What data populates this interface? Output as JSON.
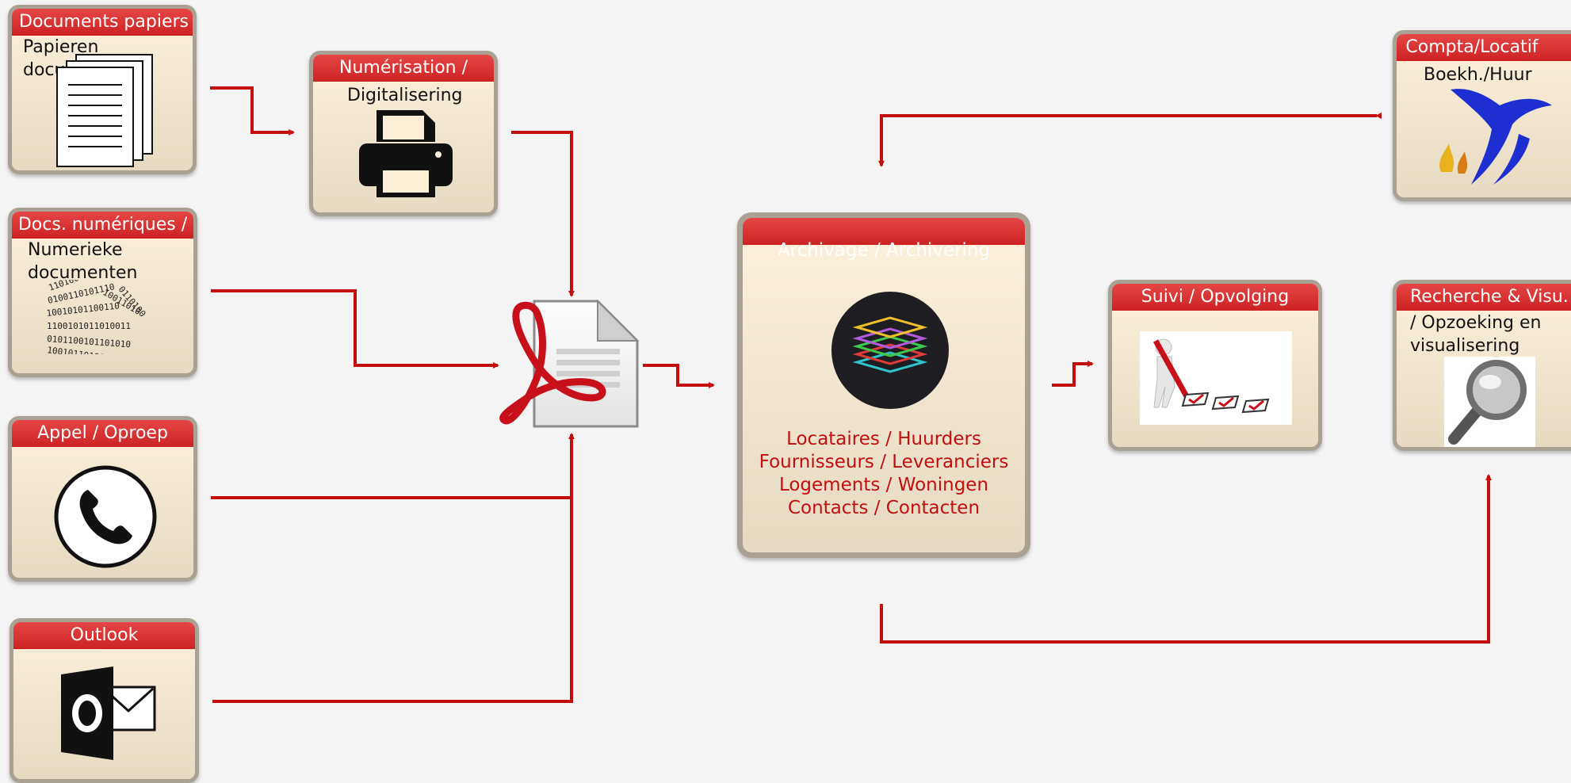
{
  "boxes": {
    "paper": {
      "title": "Documents papiers /",
      "sub": [
        "Papieren",
        "documenten"
      ]
    },
    "scan": {
      "title": "Numérisation /",
      "sub": [
        "Digitalisering"
      ]
    },
    "digital": {
      "title": "Docs. numériques /",
      "sub": [
        "Numerieke",
        "documenten"
      ]
    },
    "call": {
      "title": "Appel / Oproep"
    },
    "outlook": {
      "title": "Outlook"
    },
    "archive": {
      "title": "Archivage / Archivering",
      "items": [
        "Locataires / Huurders",
        "Fournisseurs / Leveranciers",
        "Logements / Woningen",
        "Contacts / Contacten"
      ]
    },
    "compta": {
      "title": "Compta/Locatif",
      "sub": [
        "Boekh./Huur"
      ]
    },
    "suivi": {
      "title": "Suivi / Opvolging"
    },
    "search": {
      "title": "Recherche & Visu.",
      "sub": [
        "/ Opzoeking en",
        "visualisering"
      ]
    }
  },
  "icons": {
    "paper": "document-stack-icon",
    "scan": "printer-icon",
    "digital": "binary-data-icon",
    "call": "phone-icon",
    "outlook": "outlook-icon",
    "pdf": "pdf-document-icon",
    "archive": "layers-icon",
    "compta": "bird-logo-icon",
    "suivi": "checklist-figure-icon",
    "search": "magnifier-icon"
  },
  "colors": {
    "accent": "#cc1111",
    "header": "#dd3333",
    "box_fill": "#f8ead2",
    "box_border": "#a9a193"
  }
}
